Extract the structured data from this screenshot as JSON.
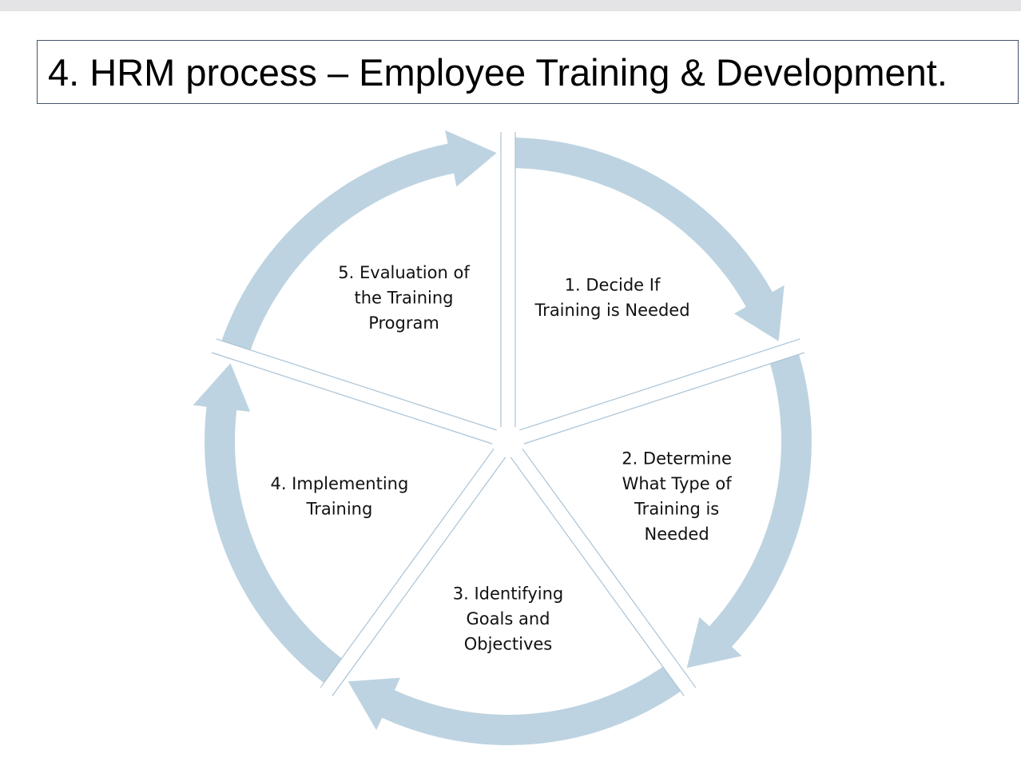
{
  "title": "4. HRM process – Employee Training & Development.",
  "colors": {
    "arrow": "#bdd3e1",
    "divider": "#a9c3d6",
    "title_border": "#44546a",
    "text": "#111111"
  },
  "steps": [
    {
      "lines": [
        "1. Decide If",
        "Training is Needed"
      ]
    },
    {
      "lines": [
        "2. Determine",
        "What Type of",
        "Training is",
        "Needed"
      ]
    },
    {
      "lines": [
        "3. Identifying",
        "Goals and",
        "Objectives"
      ]
    },
    {
      "lines": [
        "4. Implementing",
        "Training"
      ]
    },
    {
      "lines": [
        "5. Evaluation of",
        "the Training",
        "Program"
      ]
    }
  ]
}
